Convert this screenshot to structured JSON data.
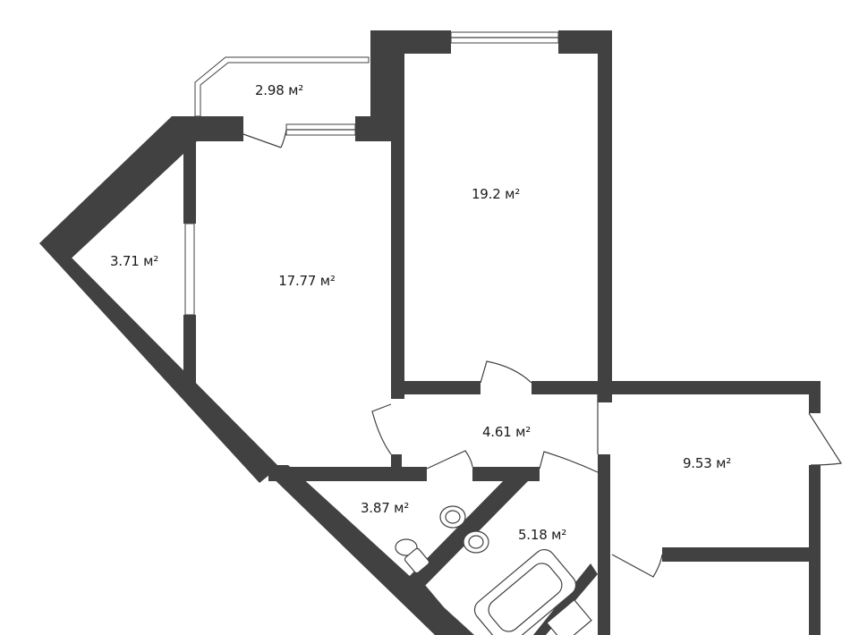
{
  "rooms": [
    {
      "id": "balcony",
      "area": "2.98 м²"
    },
    {
      "id": "bedroom",
      "area": "19.2 м²"
    },
    {
      "id": "loggia",
      "area": "3.71 м²"
    },
    {
      "id": "living",
      "area": "17.77 м²"
    },
    {
      "id": "hall",
      "area": "4.61 м²"
    },
    {
      "id": "room-right",
      "area": "9.53 м²"
    },
    {
      "id": "wc",
      "area": "3.87 м²"
    },
    {
      "id": "bathroom",
      "area": "5.18 м²"
    }
  ]
}
